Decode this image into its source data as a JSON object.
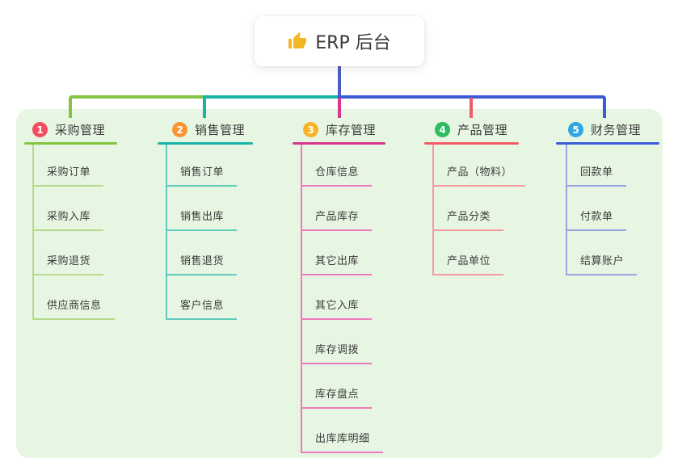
{
  "root": {
    "icon": "thumbs-up-icon",
    "label": "ERP 后台"
  },
  "colors": {
    "panel_bg": "#e7f6e2",
    "root_line": "#4c5ec5",
    "root_text": "#383838",
    "node_text": "#3c3c3c",
    "thumb_yellow": "#f2b722"
  },
  "branches": [
    {
      "num": "1",
      "title": "采购管理",
      "badge_color": "#f34e5f",
      "accent": "#84c440",
      "child_color": "#b5da8c",
      "children": [
        "采购订单",
        "采购入库",
        "采购退货",
        "供应商信息"
      ]
    },
    {
      "num": "2",
      "title": "销售管理",
      "badge_color": "#fb9337",
      "accent": "#17b3a6",
      "child_color": "#62cabe",
      "children": [
        "销售订单",
        "销售出库",
        "销售退货",
        "客户信息"
      ]
    },
    {
      "num": "3",
      "title": "库存管理",
      "badge_color": "#f9b225",
      "accent": "#d6368f",
      "child_color": "#ee79bc",
      "children": [
        "仓库信息",
        "产品库存",
        "其它出库",
        "其它入库",
        "库存调拨",
        "库存盘点",
        "出库库明细"
      ]
    },
    {
      "num": "4",
      "title": "产品管理",
      "badge_color": "#2ebc62",
      "accent": "#f25c66",
      "child_color": "#f59a9e",
      "children": [
        "产品（物料）",
        "产品分类",
        "产品单位"
      ]
    },
    {
      "num": "5",
      "title": "财务管理",
      "badge_color": "#2fa8e1",
      "accent": "#3c5bd8",
      "child_color": "#97a6e3",
      "children": [
        "回款单",
        "付款单",
        "结算账户"
      ]
    }
  ]
}
